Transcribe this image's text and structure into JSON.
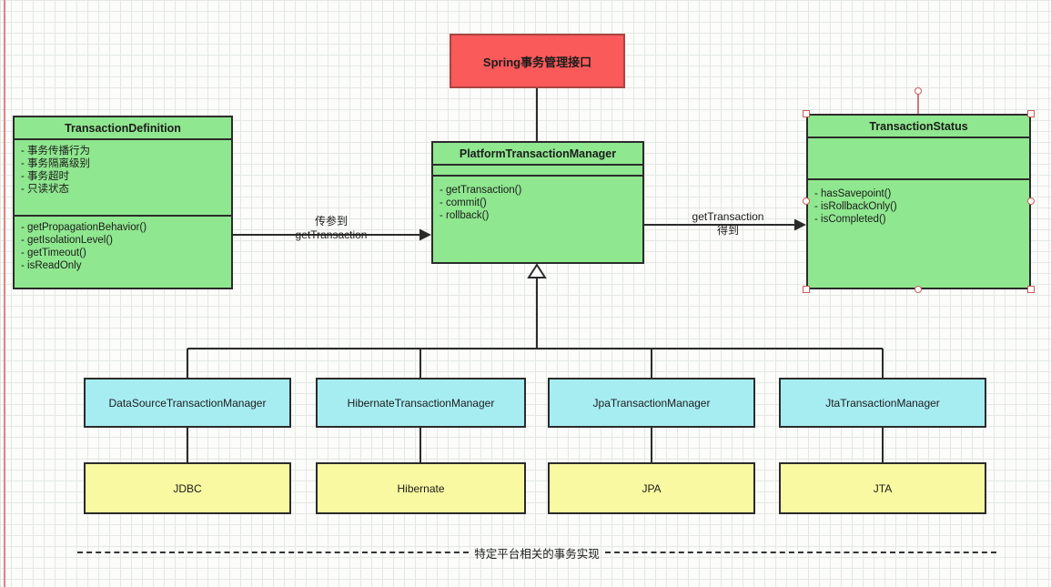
{
  "interface_box": {
    "label": "Spring事务管理接口"
  },
  "transaction_definition": {
    "title": "TransactionDefinition",
    "attributes": [
      "- 事务传播行为",
      "- 事务隔离级别",
      "- 事务超时",
      "- 只读状态"
    ],
    "methods": [
      "- getPropagationBehavior()",
      "- getIsolationLevel()",
      "- getTimeout()",
      "- isReadOnly"
    ]
  },
  "platform_transaction_manager": {
    "title": "PlatformTransactionManager",
    "methods": [
      "- getTransaction()",
      "- commit()",
      "- rollback()"
    ]
  },
  "transaction_status": {
    "title": "TransactionStatus",
    "methods": [
      "- hasSavepoint()",
      "- isRollbackOnly()",
      "- isCompleted()"
    ]
  },
  "edges": {
    "definition_to_manager": {
      "line1": "传参到",
      "line2": "getTransaction"
    },
    "manager_to_status": {
      "line1": "getTransaction",
      "line2": "得到"
    }
  },
  "implementations": [
    {
      "manager": "DataSourceTransactionManager",
      "platform": "JDBC"
    },
    {
      "manager": "HibernateTransactionManager",
      "platform": "Hibernate"
    },
    {
      "manager": "JpaTransactionManager",
      "platform": "JPA"
    },
    {
      "manager": "JtaTransactionManager",
      "platform": "JTA"
    }
  ],
  "footer": {
    "label": "特定平台相关的事务实现"
  },
  "colors": {
    "interface_red": "#fa5a5a",
    "class_green": "#8fe78f",
    "manager_cyan": "#a6edf2",
    "platform_yellow": "#f9f9a2"
  }
}
